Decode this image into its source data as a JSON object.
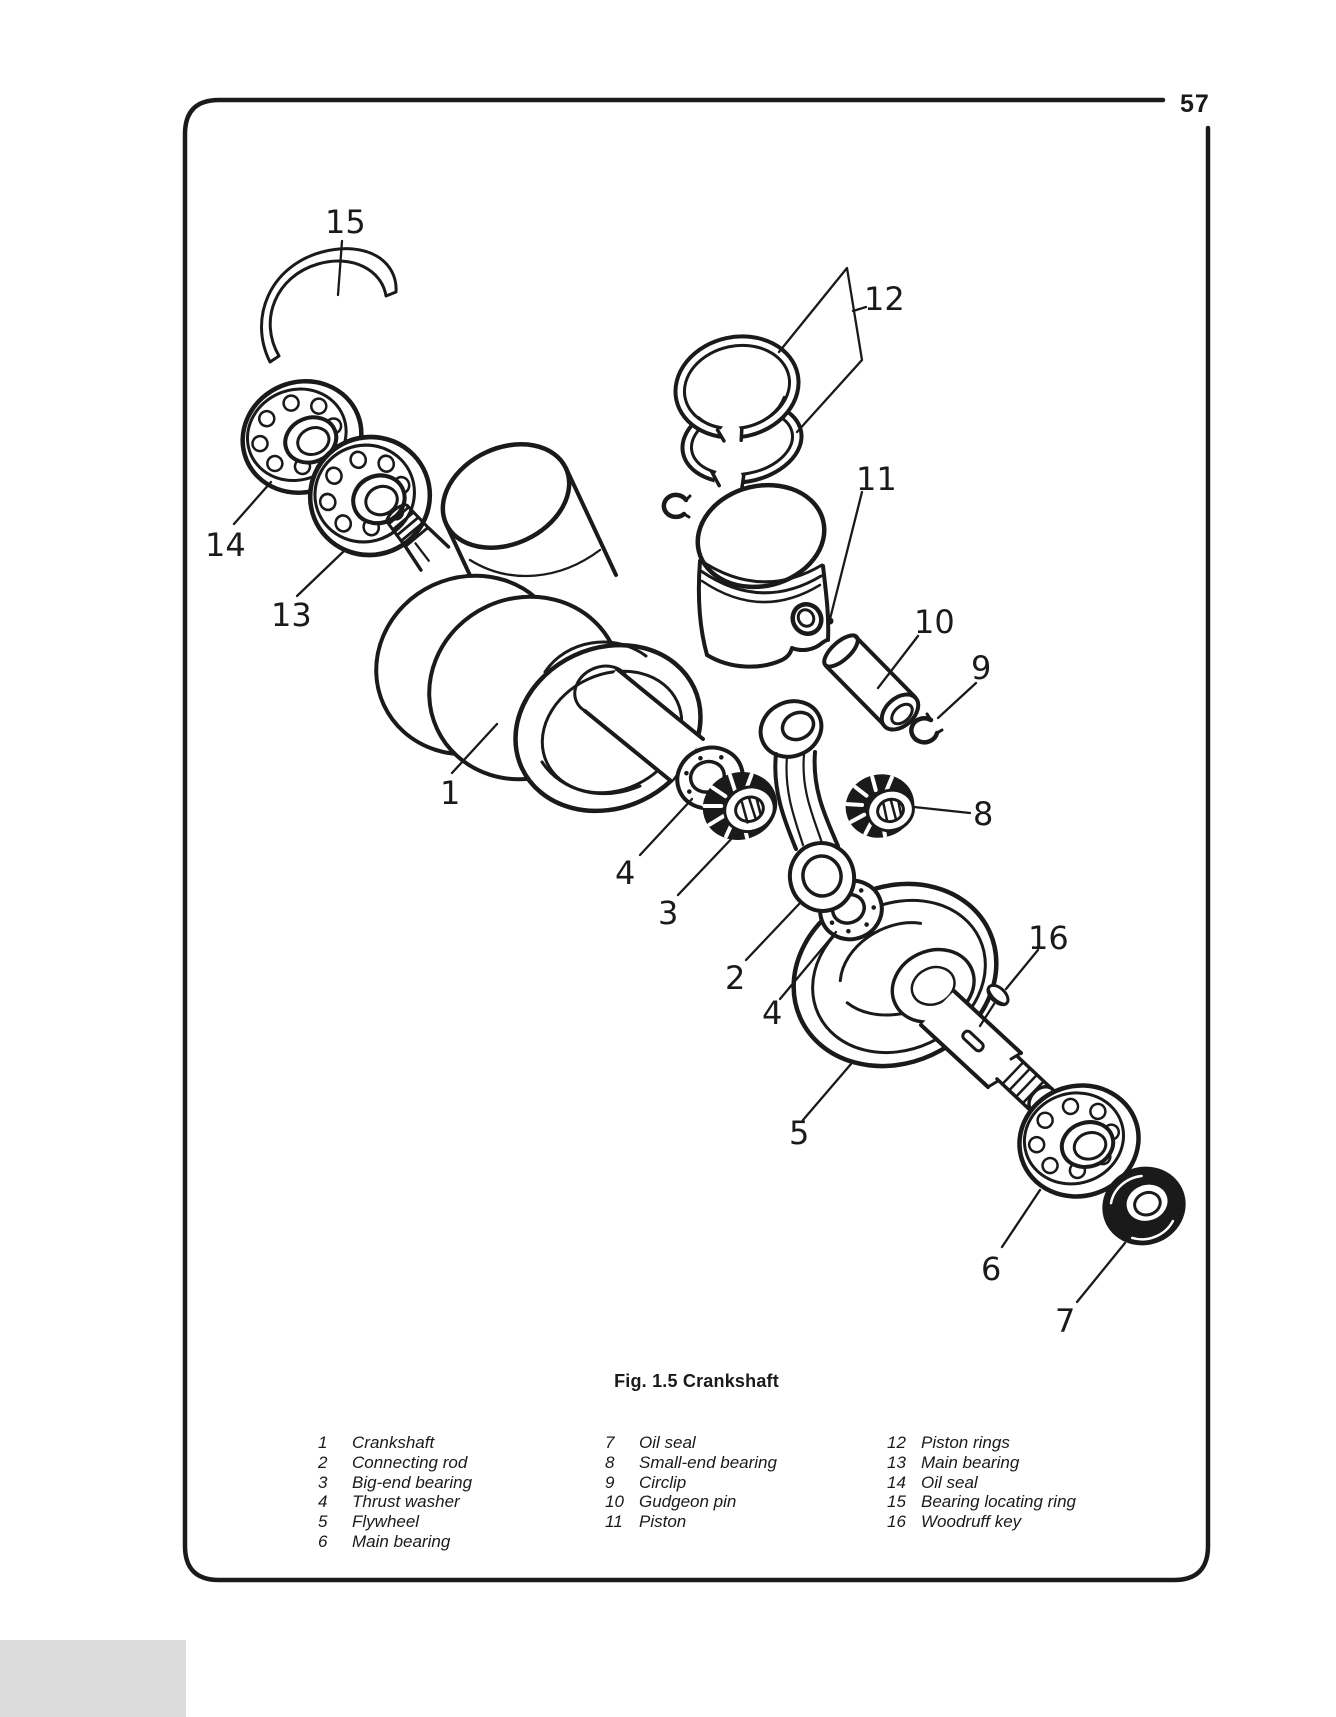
{
  "page": {
    "number": "57",
    "caption": "Fig. 1.5 Crankshaft"
  },
  "colors": {
    "ink": "#1a1a1a",
    "paper": "#ffffff",
    "scan_shadow": "#dcdcdc"
  },
  "callouts": [
    {
      "label": "15"
    },
    {
      "label": "14"
    },
    {
      "label": "13"
    },
    {
      "label": "1"
    },
    {
      "label": "4"
    },
    {
      "label": "3"
    },
    {
      "label": "2"
    },
    {
      "label": "4"
    },
    {
      "label": "5"
    },
    {
      "label": "6"
    },
    {
      "label": "7"
    },
    {
      "label": "8"
    },
    {
      "label": "9"
    },
    {
      "label": "10"
    },
    {
      "label": "11"
    },
    {
      "label": "12"
    },
    {
      "label": "16"
    }
  ],
  "legend": {
    "columns": [
      {
        "items": [
          {
            "num": "1",
            "name": "Crankshaft"
          },
          {
            "num": "2",
            "name": "Connecting rod"
          },
          {
            "num": "3",
            "name": "Big-end bearing"
          },
          {
            "num": "4",
            "name": "Thrust washer"
          },
          {
            "num": "5",
            "name": "Flywheel"
          },
          {
            "num": "6",
            "name": "Main bearing"
          }
        ]
      },
      {
        "items": [
          {
            "num": "7",
            "name": "Oil seal"
          },
          {
            "num": "8",
            "name": "Small-end bearing"
          },
          {
            "num": "9",
            "name": "Circlip"
          },
          {
            "num": "10",
            "name": "Gudgeon pin"
          },
          {
            "num": "11",
            "name": "Piston"
          }
        ]
      },
      {
        "items": [
          {
            "num": "12",
            "name": "Piston rings"
          },
          {
            "num": "13",
            "name": "Main bearing"
          },
          {
            "num": "14",
            "name": "Oil seal"
          },
          {
            "num": "15",
            "name": "Bearing locating ring"
          },
          {
            "num": "16",
            "name": "Woodruff key"
          }
        ]
      }
    ]
  }
}
